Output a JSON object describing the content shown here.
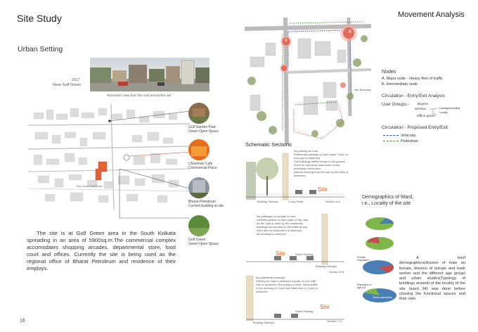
{
  "page": {
    "left_title": "Site Study",
    "right_title": "Movement Analysis",
    "page_number": "16"
  },
  "urban": {
    "heading": "Urban Setting",
    "panorama_year": "2017",
    "panorama_place": "Near Golf Green",
    "panorama_caption": "Panoramic View from the road around the site",
    "map_label": "Golf Green Golf Green",
    "callouts": [
      {
        "line1": "Golf Garden Park",
        "line2": "Green Open Space"
      },
      {
        "line1": "Chowman Cafe",
        "line2": "Commercial Place"
      },
      {
        "line1": "Bharat Petroleum",
        "line2": "Current building at site"
      },
      {
        "line1": "Golf Green",
        "line2": "Green Open Space"
      }
    ],
    "description": "The site is at Golf Green area in the South Kolkata spreading in an area of 5900sq.m.The commercial complex accomodates shopping arcades, departmental store, food court and offices. Currently the site is being used as the regional office of Bharat Petroleum and residence of their employs."
  },
  "movement": {
    "node_a": "A",
    "node_b": "B",
    "map_label": "Site Boundary",
    "nodes_heading": "Nodes",
    "node_a_desc": "A. Major node - Heavy flow of traffic",
    "node_b_desc": "B. Intermediate node",
    "circ_heading": "Circulation - Entry/Exit Analysis",
    "user_groups": "User Groups:-",
    "buyers": "Buyers",
    "service": "Service",
    "loading": "Loading/Unloading",
    "locality": "Locality",
    "office_goers": "Office goers",
    "proposed_heading": "Circulation - Proposed Entry/Exit",
    "vehicular": "Vehicular",
    "pedestrian": "Pedestrian",
    "colors": {
      "vehicular": "#3b4cc0",
      "pedestrian": "#4f8a3c",
      "node": "#e06b5a"
    }
  },
  "sections": {
    "heading": "Schematic Sections",
    "site_label": "Site",
    "a": {
      "notes": [
        "No parking on road",
        "Pedestrian pathway on both sides. Thus, no mud pan is observed",
        "The buildings within design to the ground floors do not cause obstruction to the pedestrian movement",
        "Natural shading from the use by the trees is observed"
      ],
      "labels": [
        "Building Setback",
        "2-way Road"
      ],
      "caption": "Section A-A"
    },
    "b": {
      "notes": [
        "No pathways for people on foot",
        "Vehicles parked on both sides of the road",
        "As the road is used by the residential buildings surrounded so the traffic at any other kind of obstruction is observed",
        "No shading is observed"
      ],
      "labels": [
        "Street Parking",
        "Building Setback"
      ],
      "caption": "Section B-B"
    },
    "c": {
      "notes": [
        "No pedestrian pathway",
        "Parking on road is observed usually on one side",
        "Due to presence of a primary school, heavy traffic in the morning (1-9 am) and afternoon (1-2 pm) is observed"
      ],
      "labels": [
        "Street Parking",
        "Building Setback"
      ],
      "caption": "Section C-C"
    }
  },
  "demographics": {
    "heading_line1": "Demographics of Ward,",
    "heading_line2": "i.e., Locality of the site",
    "labels": [
      "Female Population",
      "Population of Age 0-6",
      "Total population"
    ],
    "description": "A brief demographics(division of male an female, division of female and male worker and the different age group) and urban studies(Typology of buildings around) of the locality of the site (ward 94) was done before chosing the functional spaces and their ratio."
  }
}
